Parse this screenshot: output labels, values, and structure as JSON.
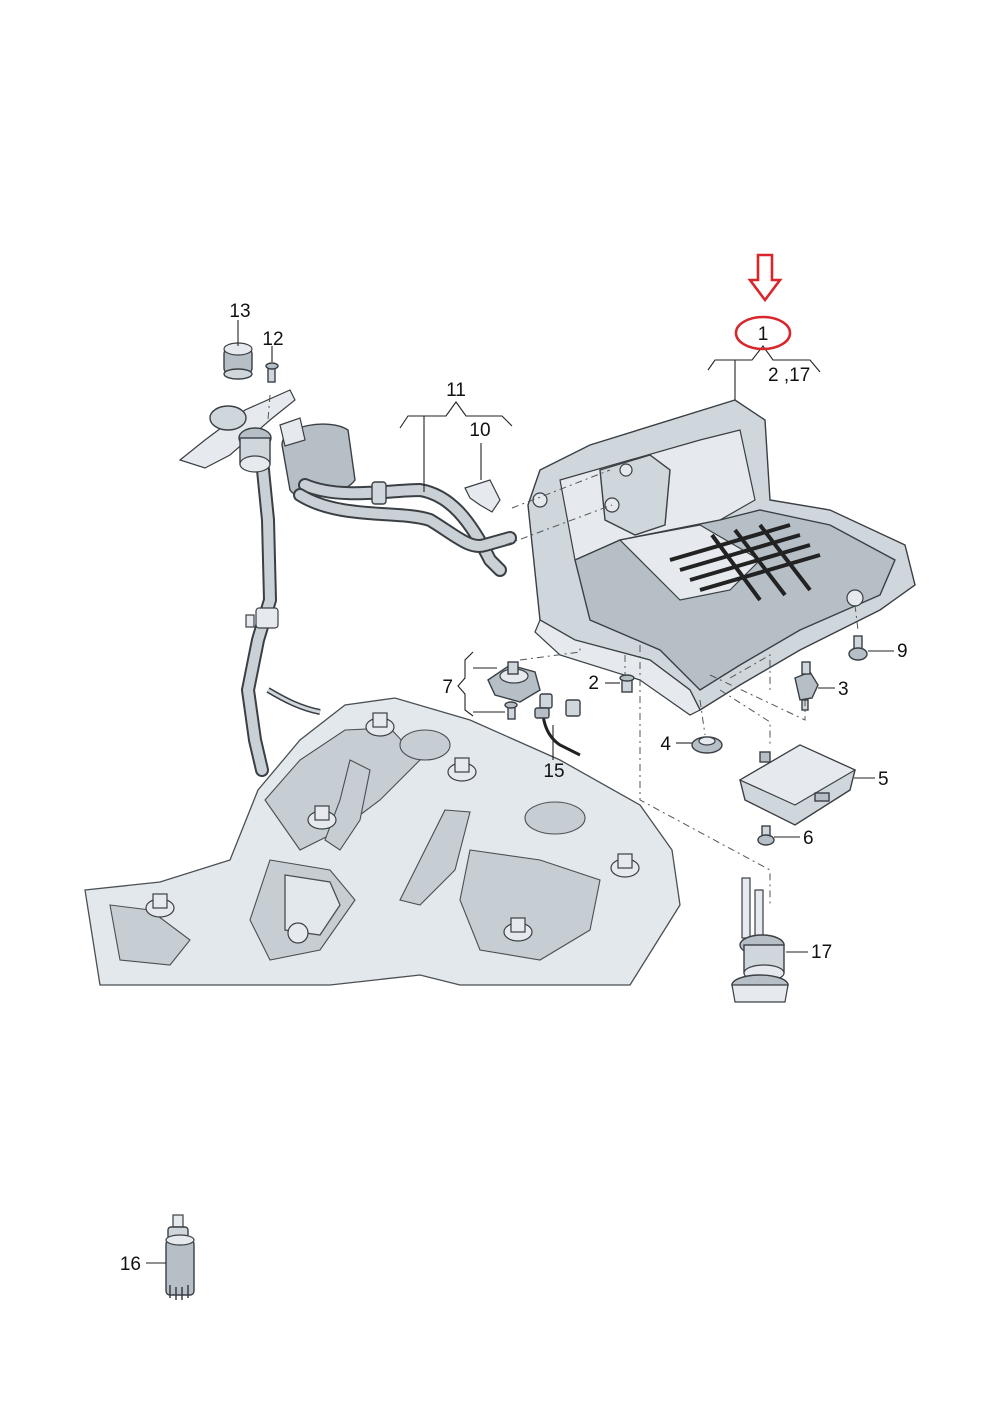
{
  "highlight_color": "#d9262b",
  "callouts": {
    "c1": "1",
    "c2_17": "2 ,17",
    "c2": "2",
    "c3": "3",
    "c4": "4",
    "c5": "5",
    "c6": "6",
    "c7": "7",
    "c9": "9",
    "c10": "10",
    "c11": "11",
    "c12": "12",
    "c13": "13",
    "c15": "15",
    "c16": "16",
    "c17": "17"
  },
  "icons": [
    "down-arrow-icon",
    "highlight-circle"
  ]
}
